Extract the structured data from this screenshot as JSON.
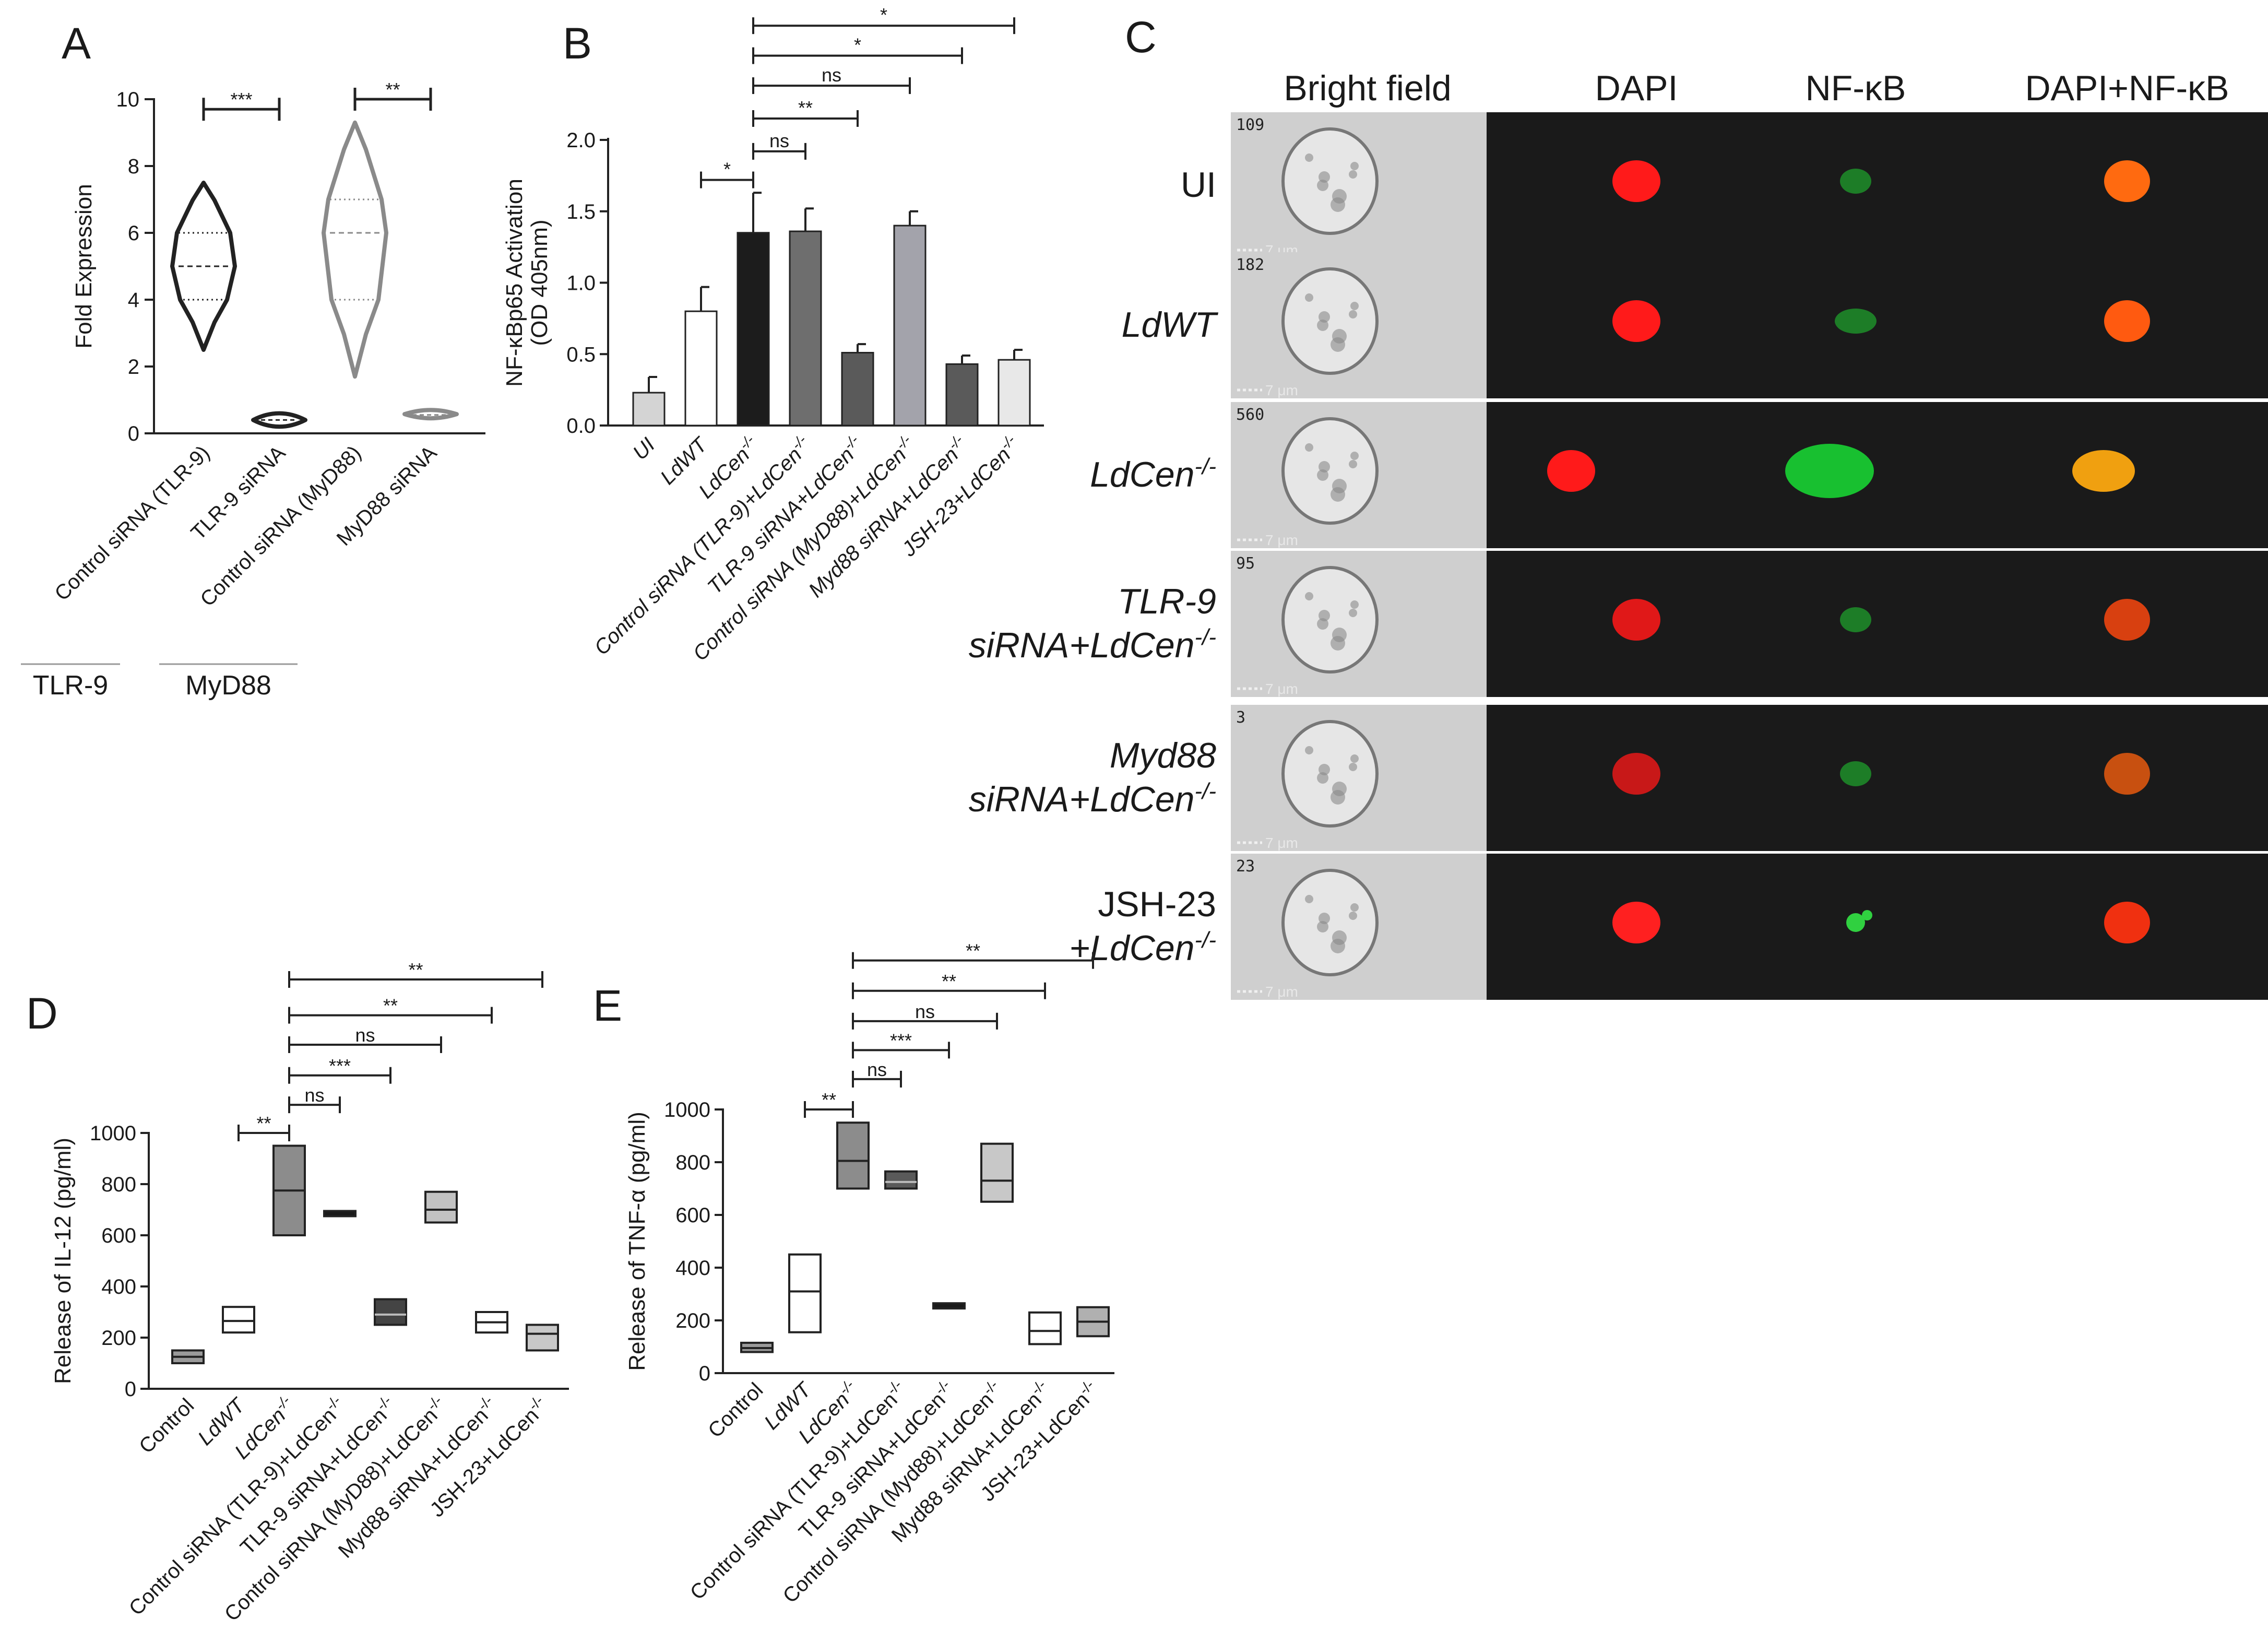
{
  "panels": {
    "A": "A",
    "B": "B",
    "C": "C",
    "D": "D",
    "E": "E"
  },
  "chart_data": [
    {
      "panel": "A",
      "type": "violin",
      "ylabel": "Fold Expression",
      "ylim": [
        0,
        10
      ],
      "yticks": [
        "0",
        "2",
        "4",
        "6",
        "8",
        "10"
      ],
      "categories": [
        "Control siRNA (TLR-9)",
        "TLR-9 siRNA",
        "Control siRNA (MyD88)",
        "MyD88 siRNA"
      ],
      "groups": [
        {
          "label": "TLR-9",
          "span": [
            0,
            1
          ]
        },
        {
          "label": "MyD88",
          "span": [
            2,
            3
          ]
        }
      ],
      "series": [
        {
          "category": "Control siRNA (TLR-9)",
          "min": 2.5,
          "q1": 4.0,
          "median": 5.0,
          "q3": 6.0,
          "max": 7.5,
          "color": "#222222"
        },
        {
          "category": "TLR-9 siRNA",
          "min": 0.2,
          "q1": 0.3,
          "median": 0.4,
          "q3": 0.5,
          "max": 0.6,
          "color": "#222222"
        },
        {
          "category": "Control siRNA (MyD88)",
          "min": 1.7,
          "q1": 4.0,
          "median": 6.0,
          "q3": 7.0,
          "max": 9.3,
          "color": "#8a8a8a"
        },
        {
          "category": "MyD88 siRNA",
          "min": 0.45,
          "q1": 0.5,
          "median": 0.55,
          "q3": 0.62,
          "max": 0.7,
          "color": "#8a8a8a"
        }
      ],
      "significance": [
        {
          "from": 0,
          "to": 1,
          "label": "***",
          "level": 9.7
        },
        {
          "from": 2,
          "to": 3,
          "label": "**",
          "level": 10.0
        }
      ]
    },
    {
      "panel": "B",
      "type": "bar",
      "ylabel": "NF-κBp65 Activation (OD 405nm)",
      "ylabel_lines": [
        "NF-κBp65 Activation",
        "(OD 405nm)"
      ],
      "ylim": [
        0,
        2.0
      ],
      "yticks": [
        "0.0",
        "0.5",
        "1.0",
        "1.5",
        "2.0"
      ],
      "categories": [
        {
          "text": "UI",
          "sup": ""
        },
        {
          "text": "LdWT",
          "sup": ""
        },
        {
          "text": "LdCen",
          "sup": "-/-"
        },
        {
          "text": "Control siRNA (TLR-9)+LdCen",
          "sup": "-/-"
        },
        {
          "text": "TLR-9 siRNA+LdCen",
          "sup": "-/-"
        },
        {
          "text": "Control siRNA (MyD88)+LdCen",
          "sup": "-/-"
        },
        {
          "text": "Myd88 siRNA+LdCen",
          "sup": "-/-"
        },
        {
          "text": "JSH-23+LdCen",
          "sup": "-/-"
        }
      ],
      "values": [
        0.23,
        0.8,
        1.35,
        1.36,
        0.51,
        1.4,
        0.43,
        0.46
      ],
      "errors": [
        0.11,
        0.17,
        0.28,
        0.16,
        0.06,
        0.1,
        0.06,
        0.07
      ],
      "colors": [
        "#d4d4d4",
        "#ffffff",
        "#1c1c1c",
        "#6e6e6e",
        "#5a5a5a",
        "#a3a3ab",
        "#5a5a5a",
        "#e8e8e8"
      ],
      "significance": [
        {
          "from": 1,
          "to": 2,
          "label": "*",
          "level": 1.72
        },
        {
          "from": 2,
          "to": 3,
          "label": "ns",
          "level": 1.92
        },
        {
          "from": 2,
          "to": 4,
          "label": "**",
          "level": 2.15
        },
        {
          "from": 2,
          "to": 5,
          "label": "ns",
          "level": 2.38
        },
        {
          "from": 2,
          "to": 6,
          "label": "*",
          "level": 2.59
        },
        {
          "from": 2,
          "to": 7,
          "label": "*",
          "level": 2.8
        }
      ]
    },
    {
      "panel": "D",
      "type": "floating-box",
      "ylabel": "Release of IL-12 (pg/ml)",
      "ylim": [
        0,
        1000
      ],
      "yticks": [
        "0",
        "200",
        "400",
        "600",
        "800",
        "1000"
      ],
      "categories": [
        {
          "text": "Control",
          "sup": "",
          "italic": false
        },
        {
          "text": "LdWT",
          "sup": "",
          "italic": true
        },
        {
          "text": "LdCen",
          "sup": "-/-",
          "italic": true
        },
        {
          "text": "Control siRNA (TLR-9)+LdCen",
          "sup": "-/-",
          "italic": false
        },
        {
          "text": "TLR-9 siRNA+LdCen",
          "sup": "-/-",
          "italic": false
        },
        {
          "text": "Control siRNA (MyD88)+LdCen",
          "sup": "-/-",
          "italic": false
        },
        {
          "text": "Myd88 siRNA+LdCen",
          "sup": "-/-",
          "italic": false
        },
        {
          "text": "JSH-23+LdCen",
          "sup": "-/-",
          "italic": false
        }
      ],
      "boxes": [
        {
          "min": 100,
          "median": 125,
          "max": 150,
          "fill": "#9a9a9a"
        },
        {
          "min": 220,
          "median": 265,
          "max": 320,
          "fill": "#ffffff"
        },
        {
          "min": 600,
          "median": 775,
          "max": 950,
          "fill": "#8c8c8c"
        },
        {
          "min": 675,
          "median": 685,
          "max": 695,
          "fill": "#1a1a1a"
        },
        {
          "min": 250,
          "median": 290,
          "max": 350,
          "fill": "#444444"
        },
        {
          "min": 650,
          "median": 700,
          "max": 770,
          "fill": "#c2c2c2"
        },
        {
          "min": 220,
          "median": 260,
          "max": 300,
          "fill": "#ffffff"
        },
        {
          "min": 150,
          "median": 215,
          "max": 250,
          "fill": "#c8c8c8"
        }
      ],
      "significance": [
        {
          "from": 1,
          "to": 2,
          "label": "**",
          "level": 1000
        },
        {
          "from": 2,
          "to": 3,
          "label": "ns",
          "level": 1110
        },
        {
          "from": 2,
          "to": 4,
          "label": "***",
          "level": 1225
        },
        {
          "from": 2,
          "to": 5,
          "label": "ns",
          "level": 1345
        },
        {
          "from": 2,
          "to": 6,
          "label": "**",
          "level": 1460
        },
        {
          "from": 2,
          "to": 7,
          "label": "**",
          "level": 1600
        }
      ]
    },
    {
      "panel": "E",
      "type": "floating-box",
      "ylabel": "Release of TNF-α (pg/ml)",
      "ylim": [
        0,
        1000
      ],
      "yticks": [
        "0",
        "200",
        "400",
        "600",
        "800",
        "1000"
      ],
      "categories": [
        {
          "text": "Control",
          "sup": "",
          "italic": false
        },
        {
          "text": "LdWT",
          "sup": "",
          "italic": true
        },
        {
          "text": "LdCen",
          "sup": "-/-",
          "italic": true
        },
        {
          "text": "Control siRNA (TLR-9)+LdCen",
          "sup": "-/-",
          "italic": false
        },
        {
          "text": "TLR-9 siRNA+LdCen",
          "sup": "-/-",
          "italic": false
        },
        {
          "text": "Control siRNA (Myd88)+LdCen",
          "sup": "-/-",
          "italic": false
        },
        {
          "text": "Myd88 siRNA+LdCen",
          "sup": "-/-",
          "italic": false
        },
        {
          "text": "JSH-23+LdCen",
          "sup": "-/-",
          "italic": false
        }
      ],
      "boxes": [
        {
          "min": 80,
          "median": 95,
          "max": 115,
          "fill": "#9a9a9a"
        },
        {
          "min": 155,
          "median": 310,
          "max": 450,
          "fill": "#ffffff"
        },
        {
          "min": 700,
          "median": 805,
          "max": 950,
          "fill": "#8c8c8c"
        },
        {
          "min": 700,
          "median": 725,
          "max": 765,
          "fill": "#5a5a5a"
        },
        {
          "min": 255,
          "median": 260,
          "max": 265,
          "fill": "#1a1a1a"
        },
        {
          "min": 650,
          "median": 730,
          "max": 870,
          "fill": "#c8c8c8"
        },
        {
          "min": 110,
          "median": 160,
          "max": 230,
          "fill": "#ffffff"
        },
        {
          "min": 140,
          "median": 195,
          "max": 250,
          "fill": "#b0b0b0"
        }
      ],
      "significance": [
        {
          "from": 1,
          "to": 2,
          "label": "**",
          "level": 1000
        },
        {
          "from": 2,
          "to": 3,
          "label": "ns",
          "level": 1115
        },
        {
          "from": 2,
          "to": 4,
          "label": "***",
          "level": 1225
        },
        {
          "from": 2,
          "to": 5,
          "label": "ns",
          "level": 1335
        },
        {
          "from": 2,
          "to": 6,
          "label": "**",
          "level": 1450
        },
        {
          "from": 2,
          "to": 7,
          "label": "**",
          "level": 1565
        }
      ]
    }
  ],
  "imaging": {
    "columns": [
      "Bright field",
      "DAPI",
      "NF-κB",
      "DAPI+NF-κB"
    ],
    "rows": [
      {
        "label_lines": [
          {
            "text": "UI",
            "sup": "",
            "italic": false
          }
        ],
        "cell_id": "109",
        "scale": "7 μm",
        "nuc_color": "#ff1a1a",
        "nfkb": "weak",
        "merge_color": "#ff6a10"
      },
      {
        "label_lines": [
          {
            "text": "LdWT",
            "sup": "",
            "italic": true
          }
        ],
        "cell_id": "182",
        "scale": "7 μm",
        "nuc_color": "#ff1a1a",
        "nfkb": "medium",
        "merge_color": "#ff5a10"
      },
      {
        "label_lines": [
          {
            "text": "LdCen",
            "sup": "-/-",
            "italic": true
          }
        ],
        "cell_id": "560",
        "scale": "7 μm",
        "nuc_color": "#ff1a1a",
        "nfkb": "strong",
        "merge_color": "#f0a010"
      },
      {
        "label_lines": [
          {
            "text": "TLR-9",
            "sup": "",
            "italic": true
          },
          {
            "text": "siRNA+LdCen",
            "sup": "-/-",
            "italic": true
          }
        ],
        "cell_id": "95",
        "scale": "7 μm",
        "nuc_color": "#e01818",
        "nfkb": "weak",
        "merge_color": "#d84010"
      },
      {
        "label_lines": [
          {
            "text": "Myd88",
            "sup": "",
            "italic": true
          },
          {
            "text": "siRNA+LdCen",
            "sup": "-/-",
            "italic": true
          }
        ],
        "cell_id": "3",
        "scale": "7 μm",
        "nuc_color": "#c81818",
        "nfkb": "weak",
        "merge_color": "#c85010"
      },
      {
        "label_lines": [
          {
            "text": "JSH-23",
            "sup": "",
            "italic": false
          },
          {
            "text": "+LdCen",
            "sup": "-/-",
            "italic": true
          }
        ],
        "cell_id": "23",
        "scale": "7 μm",
        "nuc_color": "#ff2020",
        "nfkb": "spots",
        "merge_color": "#f03010"
      }
    ]
  }
}
